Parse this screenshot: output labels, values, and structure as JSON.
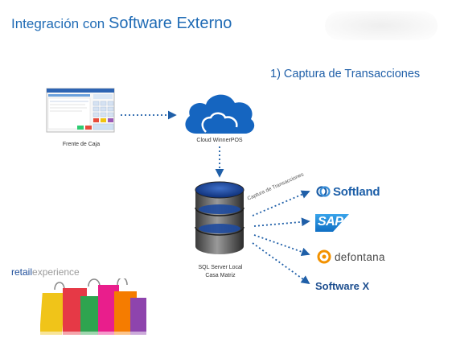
{
  "header": {
    "title_part1": "Integración con",
    "title_part2": "Software Externo"
  },
  "step_title": "1) Captura de Transacciones",
  "nodes": {
    "pos_caption": "Frente de Caja",
    "cloud_caption": "Cloud WinnerPOS",
    "db_caption_line1": "SQL Server Local",
    "db_caption_line2": "Casa Matriz"
  },
  "flow_label": "Captura de Transacciones",
  "targets": {
    "softland": "Softland",
    "sap": "SAP",
    "defontana": "defontana",
    "software_x": "Software X"
  },
  "footer_logo": {
    "part1": "retail",
    "part2": "experience"
  },
  "colors": {
    "title_blue": "#1f6bb5",
    "cloud_blue": "#1565c0",
    "arrow_blue": "#1f5fa8",
    "sap_blue": "#1780d6",
    "defontana_orange": "#f39200"
  },
  "icons": {
    "pos": "pos-terminal-icon",
    "cloud": "cloud-icon",
    "database": "database-icon",
    "shopping_bags": "shopping-bags-icon"
  }
}
